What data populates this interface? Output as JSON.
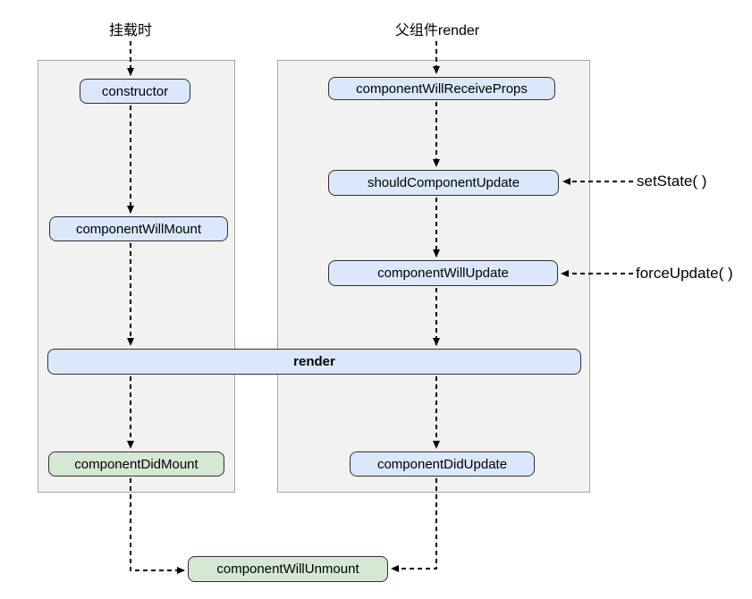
{
  "headers": {
    "mount": "挂载时",
    "parent_render": "父组件render"
  },
  "nodes": {
    "constructor": {
      "label": "constructor",
      "color": "blue"
    },
    "componentWillMount": {
      "label": "componentWillMount",
      "color": "blue"
    },
    "render": {
      "label": "render",
      "color": "blue"
    },
    "componentDidMount": {
      "label": "componentDidMount",
      "color": "green"
    },
    "componentWillReceiveProps": {
      "label": "componentWillReceiveProps",
      "color": "blue"
    },
    "shouldComponentUpdate": {
      "label": "shouldComponentUpdate",
      "color": "blue"
    },
    "componentWillUpdate": {
      "label": "componentWillUpdate",
      "color": "blue"
    },
    "componentDidUpdate": {
      "label": "componentDidUpdate",
      "color": "blue"
    },
    "componentWillUnmount": {
      "label": "componentWillUnmount",
      "color": "green"
    }
  },
  "side_labels": {
    "set_state": "setState( )",
    "force_update": "forceUpdate( )"
  },
  "colors": {
    "blue_fill": "#dbe8fc",
    "green_fill": "#d5e8d4",
    "node_border": "#2f2f2f",
    "panel_fill": "#f2f2f2",
    "panel_border": "#a6a6a6",
    "arrow": "#000000",
    "text": "#000000"
  }
}
